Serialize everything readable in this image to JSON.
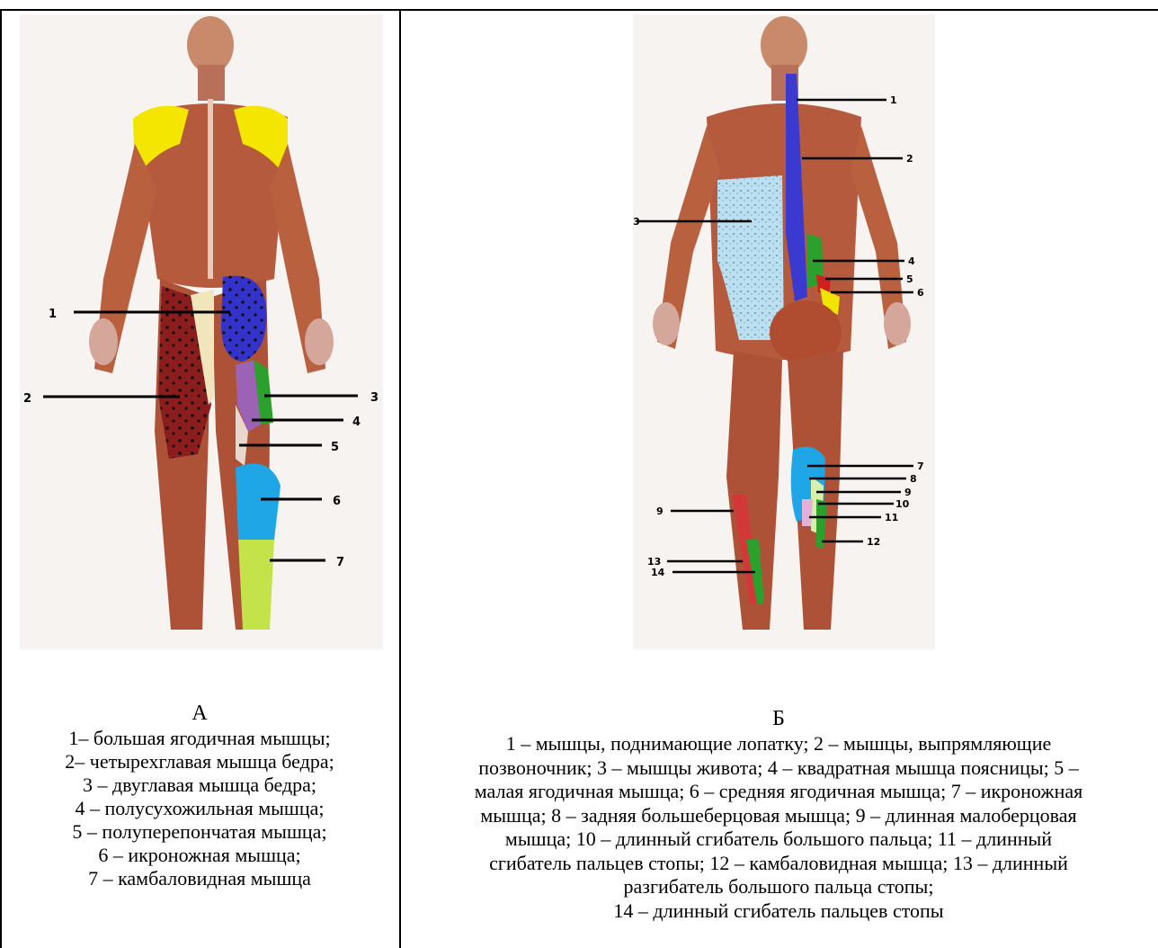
{
  "panel_a": {
    "letter": "А",
    "legend": [
      "1– большая ягодичная мышцы;",
      "2– четырехглавая мышца бедра;",
      "3 – двуглавая мышца бедра;",
      "4 – полусухожильная мышца;",
      "5 – полуперепончатая мышца;",
      "6 – икроножная мышца;",
      "7 – камбаловидная мышца"
    ],
    "callouts": [
      "1",
      "2",
      "3",
      "4",
      "5",
      "6",
      "7"
    ]
  },
  "panel_b": {
    "letter": "Б",
    "legend": [
      "1 – мышцы, поднимающие лопатку; 2 – мышцы, выпрямляющие",
      "позвоночник; 3 – мышцы живота; 4 – квадратная мышца поясницы; 5 –",
      "малая ягодичная мышца; 6 – средняя ягодичная мышца; 7 – икроножная",
      "мышца; 8 – задняя большеберцовая мышца; 9 – длинная малоберцовая",
      "мышца; 10 – длинный сгибатель большого пальца; 11 – длинный",
      "сгибатель пальцев стопы; 12 – камбаловидная мышца; 13 – длинный",
      "разгибатель большого пальца стопы;",
      "14 – длинный сгибатель пальцев стопы"
    ],
    "callouts": [
      "1",
      "2",
      "3",
      "4",
      "5",
      "6",
      "7",
      "8",
      "9",
      "10",
      "11",
      "12",
      "13",
      "14"
    ]
  }
}
